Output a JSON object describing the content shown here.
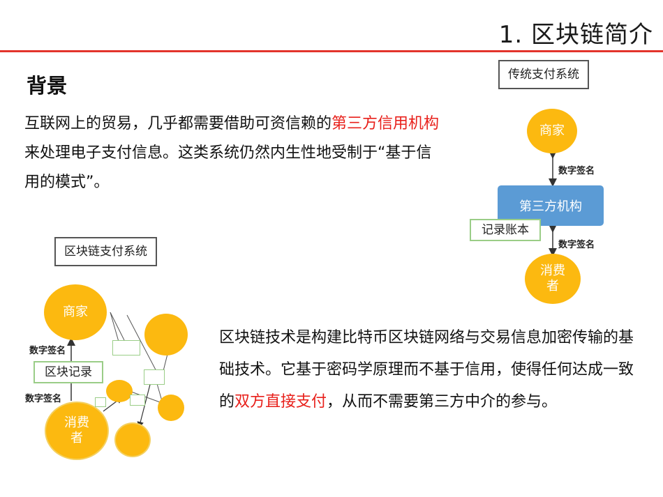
{
  "header": {
    "title": "1. 区块链简介"
  },
  "section": {
    "heading": "背景"
  },
  "paragraph1": {
    "part1": "互联网上的贸易，几乎都需要借助可资信赖的",
    "highlight": "第三方信用机构",
    "part2": "来处理电子支付信息。这类系统仍然内生性地受制于“基于信用的模式”。"
  },
  "paragraph2": {
    "part1": "区块链技术是构建比特币区块链网络与交易信息加密传输的基础技术。它基于密码学原理而不基于信用，使得任何达成一致的",
    "highlight": "双方直接支付",
    "part2": "，从而不需要第三方中介的参与。"
  },
  "traditional": {
    "label": "传统支付系统",
    "merchant": "商家",
    "third_party": "第三方机构",
    "record": "记录账本",
    "consumer": "消费者",
    "sig_top": "数字签名",
    "sig_bottom": "数字签名"
  },
  "blockchain": {
    "label": "区块链支付系统",
    "merchant": "商家",
    "consumer": "消费者",
    "record": "区块记录",
    "sig_top": "数字签名",
    "sig_bottom": "数字签名"
  },
  "colors": {
    "accent_red": "#e3342c",
    "highlight_red": "#e8201b",
    "node_yellow": "#fcb910",
    "third_party_blue": "#5b9bd5",
    "record_border_green": "#9acd87"
  }
}
